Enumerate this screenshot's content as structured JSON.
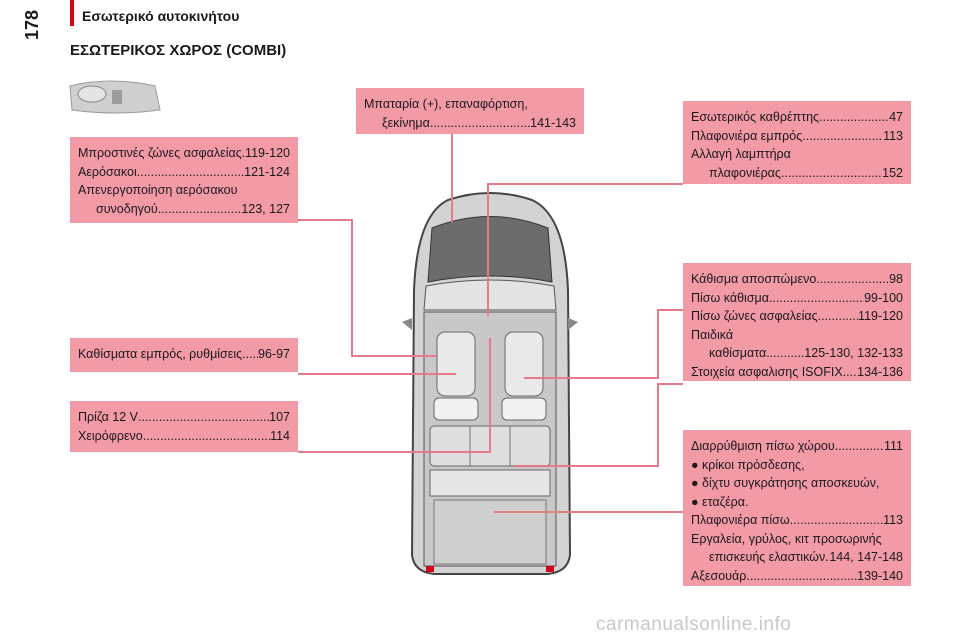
{
  "header": {
    "title": "Εσωτερικό αυτοκινήτου",
    "page_number": "178",
    "section_title": "ΕΣΩΤΕΡΙΚΟΣ ΧΩΡΟΣ (COMBI)"
  },
  "boxes": {
    "battery": {
      "line1": "Μπαταρία (+), επαναφόρτιση,",
      "line2": "ξεκίνημα",
      "line2_pages": "141-143"
    },
    "safety_front": {
      "items": [
        {
          "text": "Μπροστινές ζώνες ασφαλείας",
          "pages": "119-120"
        },
        {
          "text": "Αερόσακοι",
          "pages": "121-124"
        }
      ],
      "deactivate_line1": "Απενεργοποίηση αερόσακου",
      "deactivate_line2": "συνοδηγού",
      "deactivate_pages": "123, 127"
    },
    "front_seats": {
      "text": "Καθίσματα εμπρός, ρυθμίσεις",
      "pages": "96-97"
    },
    "socket": {
      "items": [
        {
          "text": "Πρίζα 12 V",
          "pages": "107"
        },
        {
          "text": "Χειρόφρενο",
          "pages": "114"
        }
      ]
    },
    "mirror_lights": {
      "items": [
        {
          "text": "Εσωτερικός καθρέπτης",
          "pages": "47"
        },
        {
          "text": "Πλαφονιέρα εμπρός",
          "pages": "113"
        }
      ],
      "bulb_line1": "Αλλαγή λαμπτήρα",
      "bulb_line2": "πλαφονιέρας",
      "bulb_pages": "152"
    },
    "rear_seats": {
      "items": [
        {
          "text": "Κάθισμα αποσπώμενο",
          "pages": "98"
        },
        {
          "text": "Πίσω κάθισμα",
          "pages": "99-100"
        },
        {
          "text": "Πίσω ζώνες ασφαλείας",
          "pages": "119-120"
        }
      ],
      "child_line1": "Παιδικά",
      "child_line2": "καθίσματα",
      "child_pages": "125-130, 132-133",
      "isofix_text": "Στοιχεία ασφαλισης ISOFIX",
      "isofix_pages": "134-136"
    },
    "rear_space": {
      "heading": "Διαρρύθμιση πίσω χώρου",
      "heading_pages": "111",
      "bullets": [
        "● κρίκοι πρόσδεσης,",
        "● δίχτυ συγκράτησης αποσκευών,",
        "● εταζέρα."
      ],
      "rear_light_text": "Πλαφονιέρα πίσω",
      "rear_light_pages": "113",
      "tools_line1": "Εργαλεία, γρύλος, κιτ προσωρινής",
      "tools_line2": "επισκευής ελαστικών",
      "tools_pages": "144, 147-148",
      "accessories_text": "Αξεσουάρ",
      "accessories_pages": "139-140"
    }
  },
  "watermark": "carmanualsonline.info",
  "colors": {
    "accent_red": "#d4001a",
    "callout_pink": "#f39aa7",
    "leader_line": "#e8798a"
  }
}
